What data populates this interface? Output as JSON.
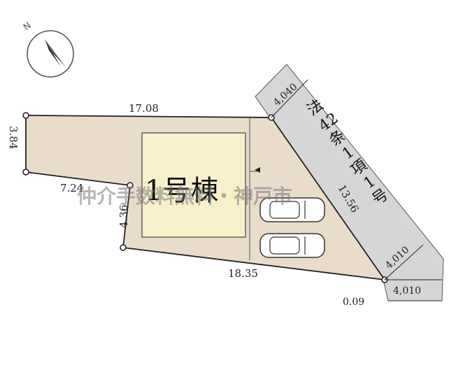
{
  "site": {
    "building_label": "1号棟",
    "watermark": "仲介手数料無料・神戸市"
  },
  "dimensions": {
    "top": "17.08",
    "left_upper": "3.84",
    "inner_step": "7.24",
    "left_lower": "4.36",
    "bottom": "18.35",
    "right_edge": "13.56",
    "corner": "0.09"
  },
  "road": {
    "label_chars": [
      "法",
      "42",
      "条",
      "1",
      "項",
      "1",
      "号"
    ],
    "width_top": "4,040",
    "width_bottom": "4,010",
    "width_extension": "4,010"
  },
  "colors": {
    "lot": "#eadccb",
    "building": "#f7f0cb",
    "road": "#d6d6d6",
    "outline": "#222222"
  },
  "icons": {
    "compass": "north-arrow-icon",
    "car": "car-icon"
  }
}
